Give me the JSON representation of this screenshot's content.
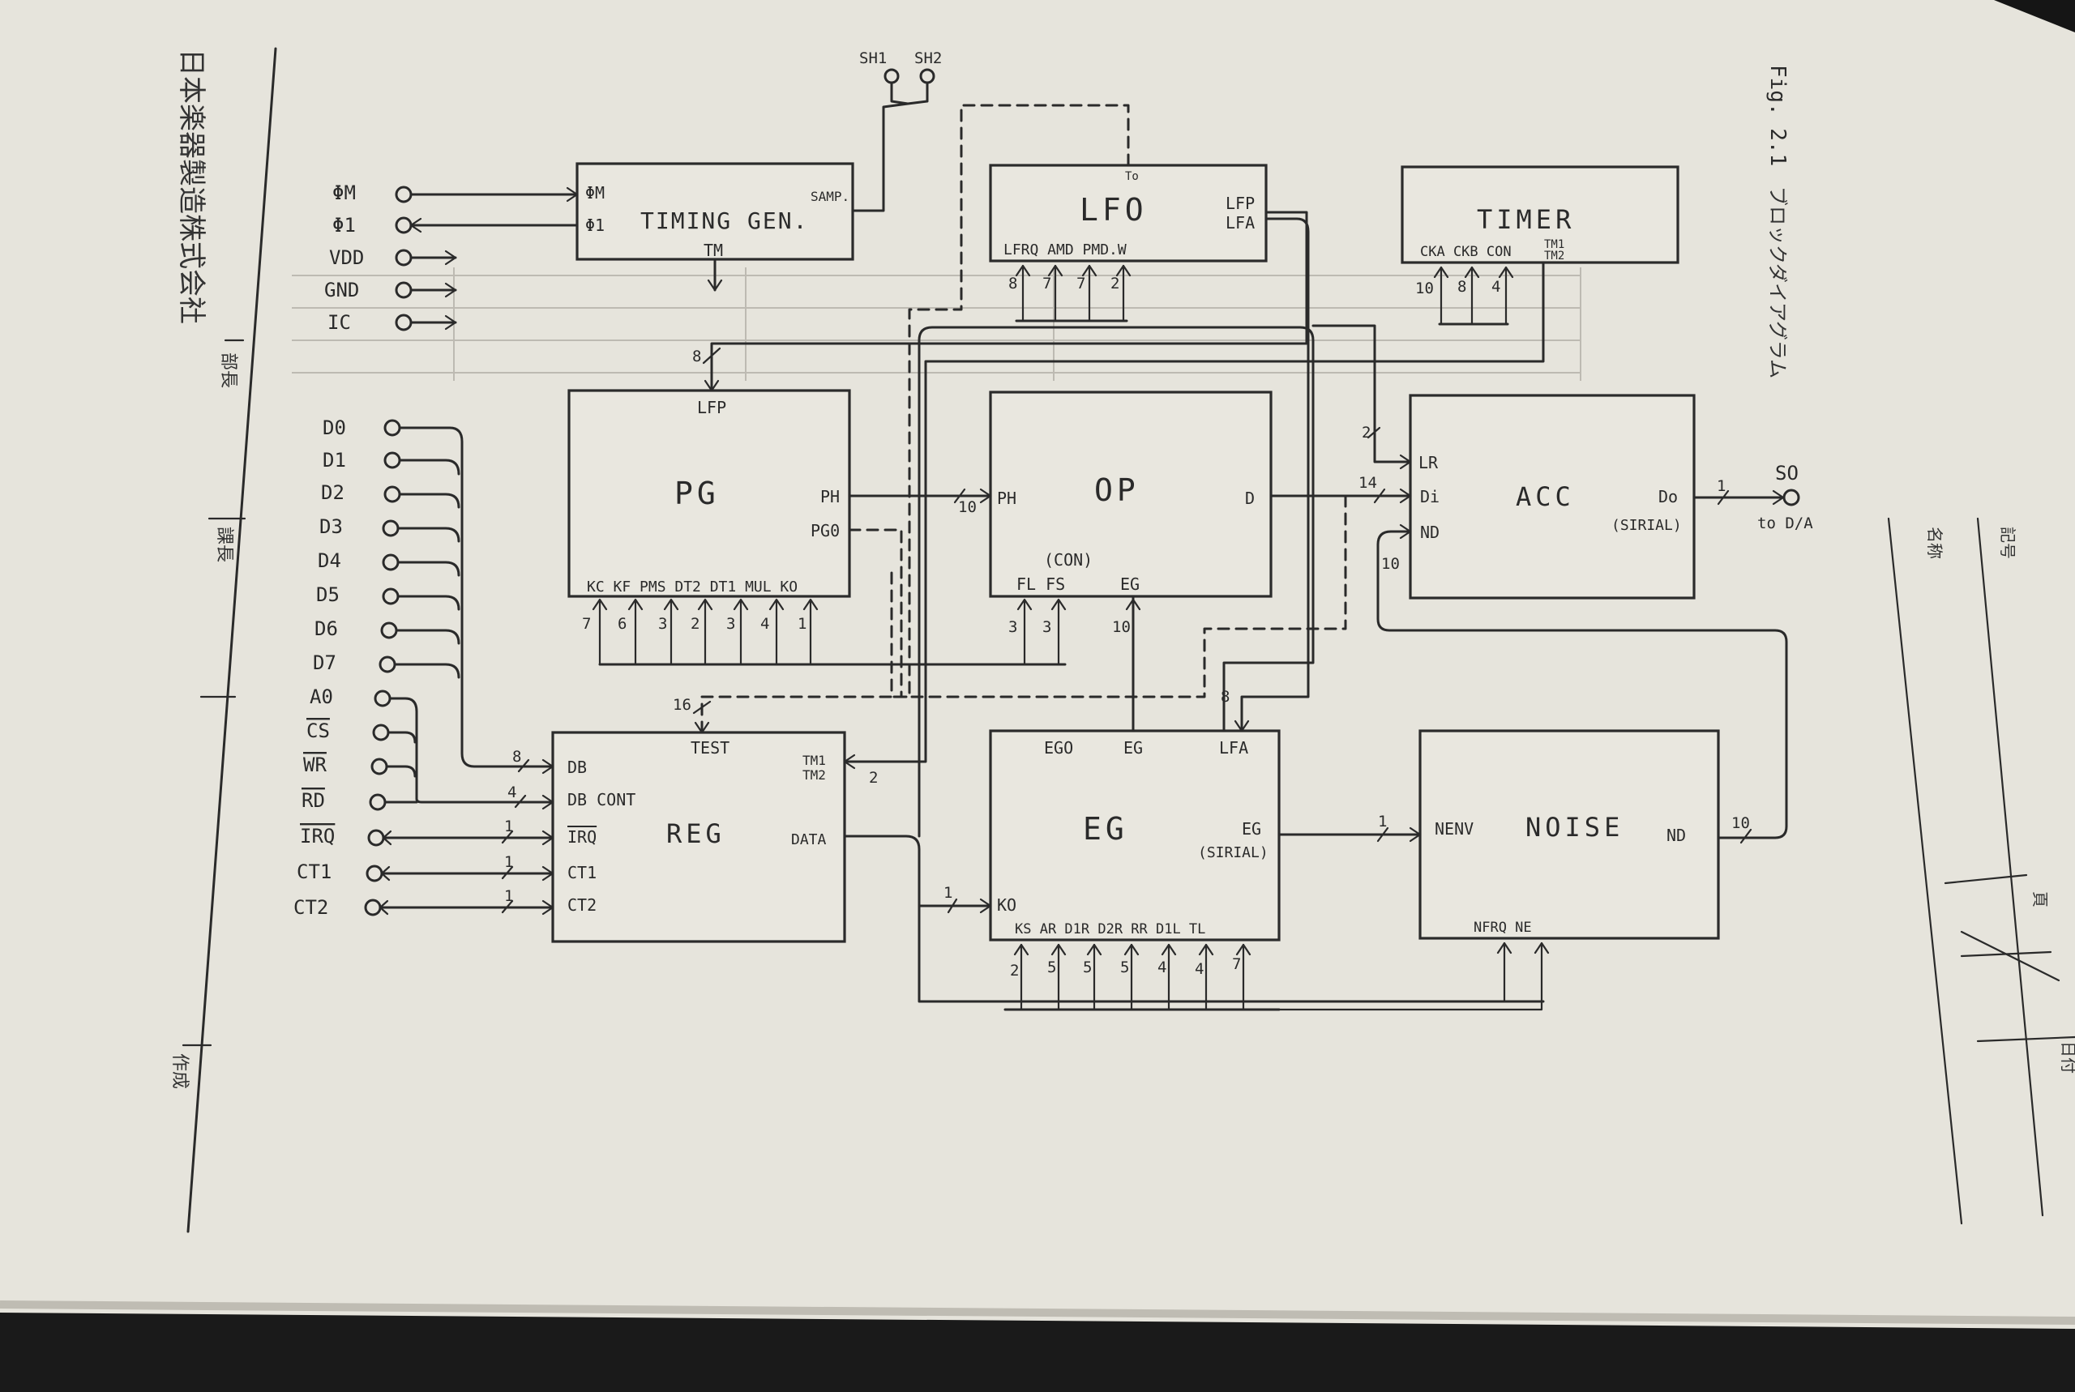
{
  "company": "日本楽器製造株式会社",
  "figure": {
    "number": "Fig. 2.1",
    "caption": "ブロックダイアグラム"
  },
  "stamp_boxes": [
    "部長",
    "課長",
    "作成"
  ],
  "right_margin": {
    "label1": "記号",
    "label2": "名称",
    "label3": "頁",
    "label4": "日付"
  },
  "blocks": {
    "timing": {
      "name": "TIMING GEN.",
      "ports": {
        "phim": "ΦM",
        "phi1": "Φ1",
        "samp": "SAMP.",
        "tm": "TM"
      }
    },
    "lfo": {
      "name": "LFO",
      "ports": {
        "lfp": "LFP",
        "lfa": "LFA",
        "to": "To",
        "bottom": "LFRQ AMD PMD.W"
      }
    },
    "timer": {
      "name": "TIMER",
      "ports": {
        "bottom": "CKA CKB CON",
        "tm1": "TM1",
        "tm2": "TM2"
      }
    },
    "pg": {
      "name": "PG",
      "ports": {
        "lfp": "LFP",
        "ph": "PH",
        "pg0": "PG0",
        "bottom": "KC KF PMS DT2 DT1 MUL KO"
      }
    },
    "op": {
      "name": "OP",
      "ports": {
        "ph": "PH",
        "d": "D",
        "con": "(CON)",
        "bottom": "FL FS",
        "egin": "EG"
      }
    },
    "acc": {
      "name": "ACC",
      "ports": {
        "lr": "LR",
        "di": "Di",
        "nd": "ND",
        "do": "Do",
        "serial": "(SIRIAL)"
      }
    },
    "reg": {
      "name": "REG",
      "ports": {
        "test": "TEST",
        "tm1": "TM1",
        "tm2": "TM2",
        "db": "DB",
        "dbcont": "DB CONT",
        "irq": "IRQ",
        "ct1": "CT1",
        "ct2": "CT2",
        "data": "DATA"
      }
    },
    "eg": {
      "name": "EG",
      "ports": {
        "ego": "EGO",
        "eg": "EG",
        "lfa": "LFA",
        "egout": "EG",
        "serial": "(SIRIAL)",
        "ko": "KO",
        "bottom": "KS AR D1R D2R RR D1L TL"
      }
    },
    "noise": {
      "name": "NOISE",
      "ports": {
        "nenv": "NENV",
        "nd": "ND",
        "bottom": "NFRQ NE"
      }
    }
  },
  "pins_left": {
    "power": [
      "ΦM",
      "Φ1",
      "VDD",
      "GND",
      "IC"
    ],
    "data": [
      "D0",
      "D1",
      "D2",
      "D3",
      "D4",
      "D5",
      "D6",
      "D7",
      "A0",
      "CS",
      "WR",
      "RD",
      "IRQ",
      "CT1",
      "CT2"
    ]
  },
  "pins_top": [
    "SH1",
    "SH2"
  ],
  "output": {
    "pin": "SO",
    "note": "to D/A"
  },
  "bus_widths": {
    "pg_inputs": [
      "7",
      "6",
      "3",
      "2",
      "3",
      "4",
      "1"
    ],
    "lfo_inputs": [
      "8",
      "7",
      "7",
      "2"
    ],
    "timer_inputs": [
      "10",
      "8",
      "4"
    ],
    "op_inputs": [
      "3",
      "3",
      "10"
    ],
    "eg_inputs": [
      "2",
      "5",
      "5",
      "5",
      "4",
      "4",
      "7"
    ],
    "pg_lfp": "8",
    "pg_op": "10",
    "op_acc": "14",
    "lr": "2",
    "nd": "10",
    "acc_so": "1",
    "test": "16",
    "db": "8",
    "dbcont": "4",
    "irq": "1",
    "ct1": "1",
    "ct2": "1",
    "tm": "2",
    "eg_noise": "1",
    "noise_nd": "10",
    "ko": "1",
    "eg_lfa": "8"
  }
}
